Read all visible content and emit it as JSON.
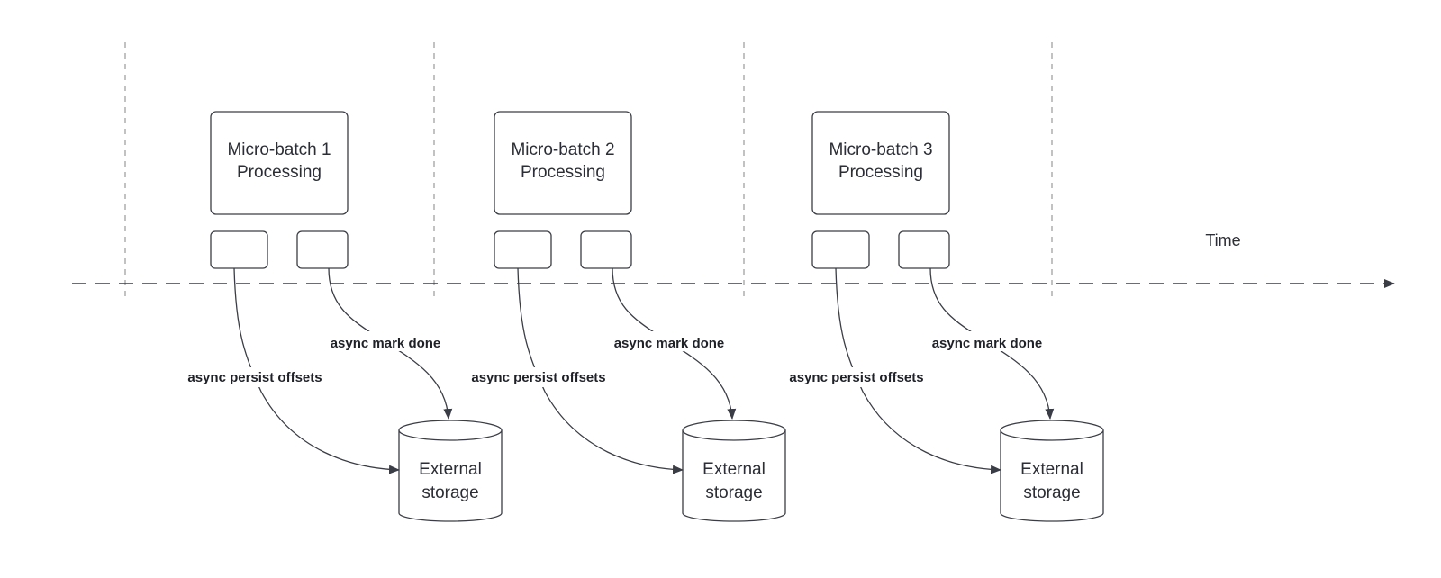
{
  "time_label": "Time",
  "batches": [
    {
      "title_line1": "Micro-batch 1",
      "title_line2": "Processing",
      "persist_label": "async persist offsets",
      "done_label": "async mark done",
      "storage_line1": "External",
      "storage_line2": "storage"
    },
    {
      "title_line1": "Micro-batch 2",
      "title_line2": "Processing",
      "persist_label": "async persist offsets",
      "done_label": "async mark done",
      "storage_line1": "External",
      "storage_line2": "storage"
    },
    {
      "title_line1": "Micro-batch 3",
      "title_line2": "Processing",
      "persist_label": "async persist offsets",
      "done_label": "async mark done",
      "storage_line1": "External",
      "storage_line2": "storage"
    }
  ],
  "colors": {
    "stroke": "#3a3d45",
    "divider": "#9a9a9a"
  }
}
